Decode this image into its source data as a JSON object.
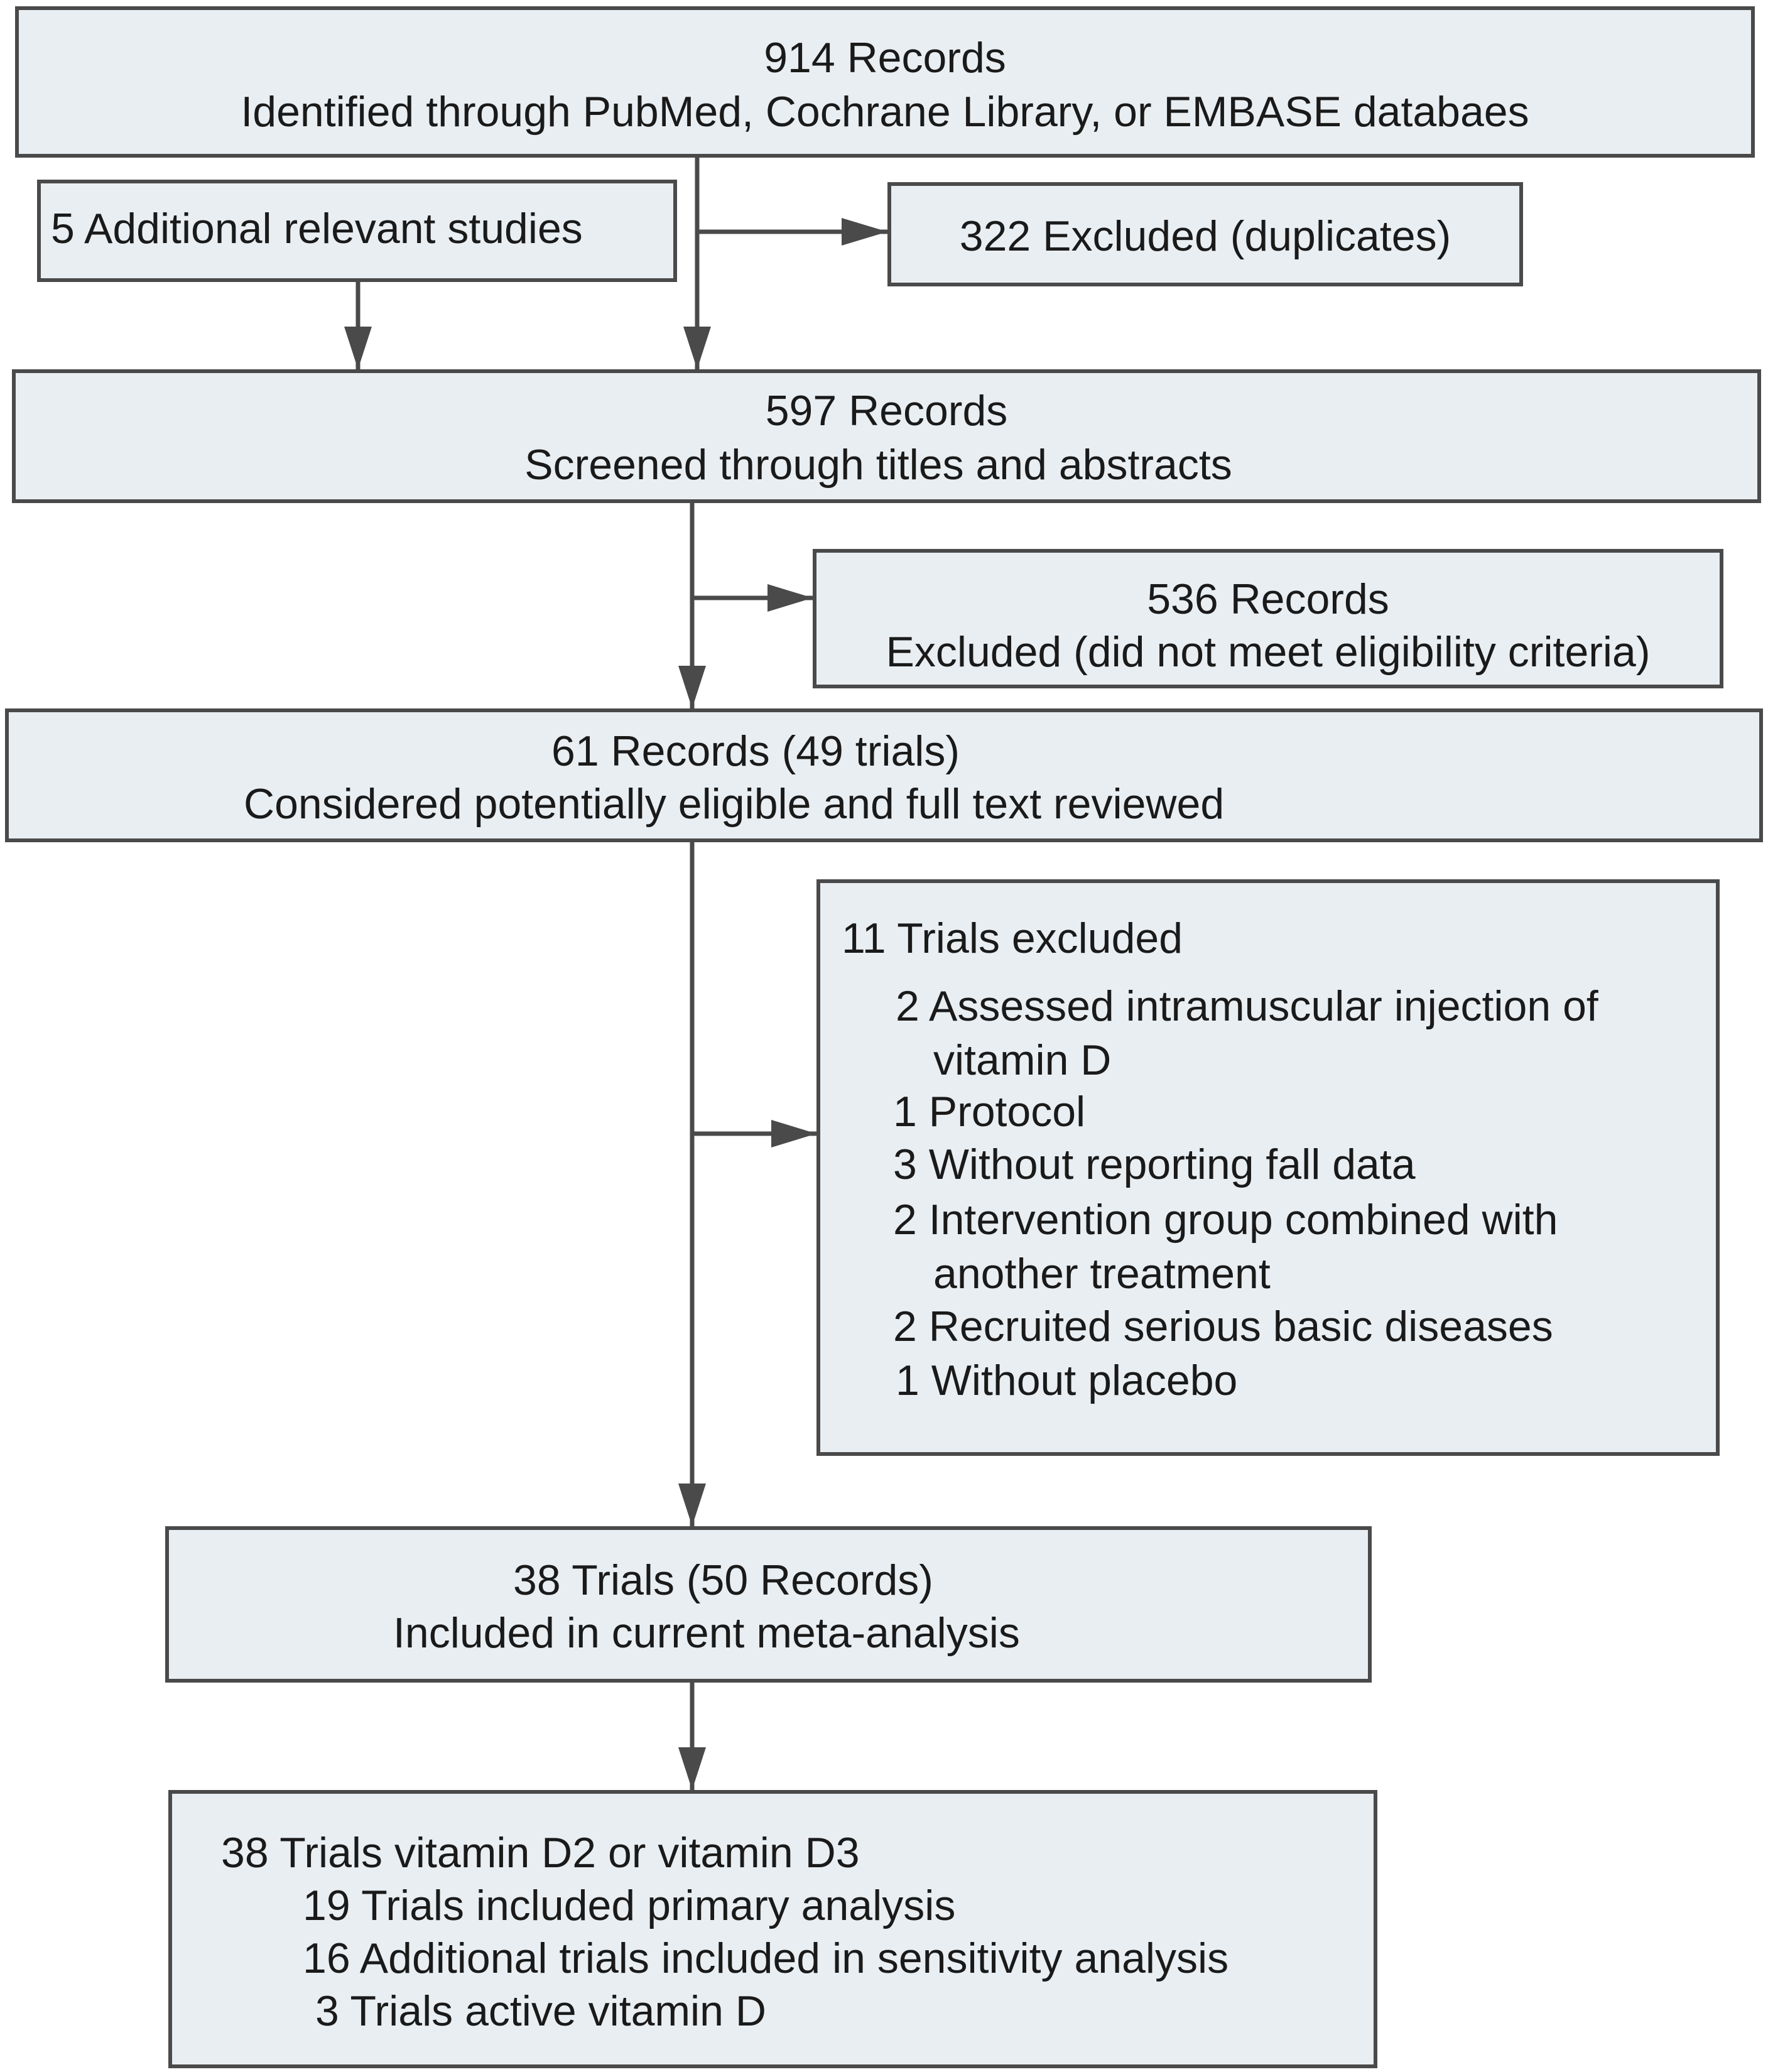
{
  "boxes": {
    "identified": {
      "line1": "914 Records",
      "line2": "Identified through PubMed,  Cochrane Library, or EMBASE databaes"
    },
    "additional": {
      "text": "5 Additional relevant studies"
    },
    "duplicates": {
      "text": "322 Excluded (duplicates)"
    },
    "screened": {
      "line1": "597 Records",
      "line2": "Screened through titles and abstracts"
    },
    "ineligible": {
      "line1": "536 Records",
      "line2": "Excluded (did not meet eligibility criteria)"
    },
    "fulltext": {
      "line1": "61 Records (49 trials)",
      "line2": "Considered potentially eligible and full text reviewed"
    },
    "excluded_trials": {
      "title": "11 Trials excluded",
      "items": [
        "2 Assessed intramuscular injection of",
        "vitamin D",
        "1 Protocol",
        "3 Without reporting fall data",
        "2 Intervention group combined with",
        "another treatment",
        "2 Recruited serious basic diseases",
        "1 Without placebo"
      ]
    },
    "included": {
      "line1": "38 Trials (50 Records)",
      "line2": "Included in current meta-analysis"
    },
    "final": {
      "line1": "38 Trials vitamin D2 or vitamin D3",
      "line2": "19 Trials included primary analysis",
      "line3": "16 Additional trials included in sensitivity analysis",
      "line4": "3  Trials  active vitamin D"
    }
  }
}
